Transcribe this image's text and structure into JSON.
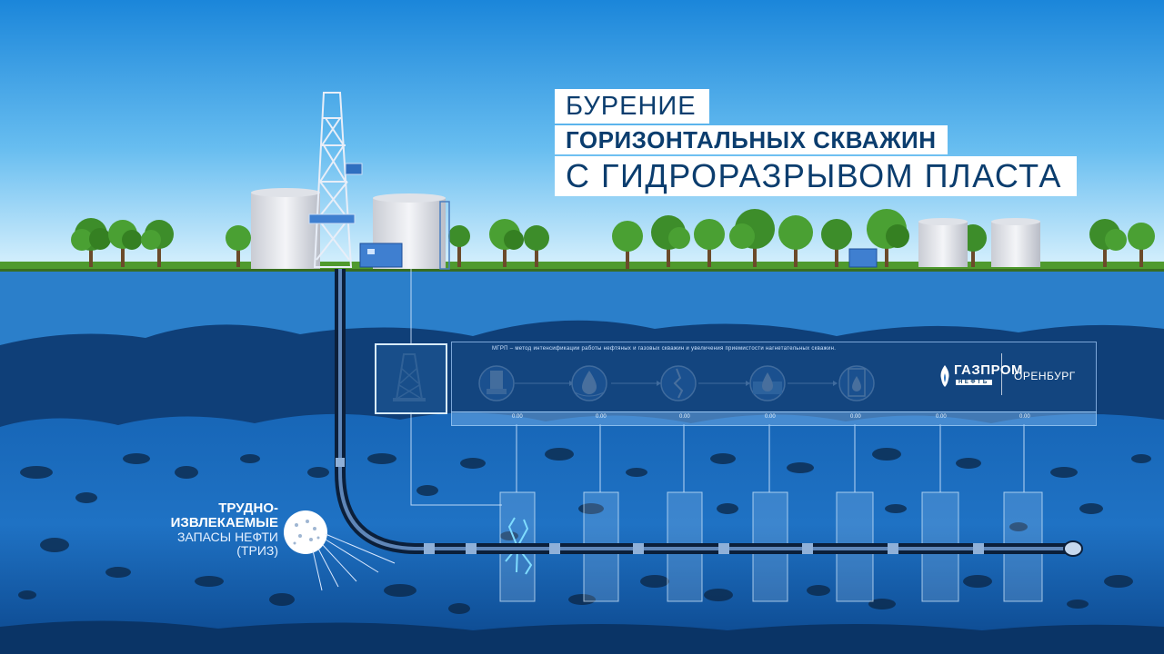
{
  "title": {
    "line1": "БУРЕНИЕ",
    "line2": "ГОРИЗОНТАЛЬНЫХ СКВАЖИН",
    "line3": "С ГИДРОРАЗРЫВОМ ПЛАСТА"
  },
  "panel": {
    "note": "МГРП – метод интенсификации работы нефтяных и газовых скважин и увеличения приемистости нагнетательных скважин.",
    "steps": [
      "pump-icon",
      "oil-drop-icon",
      "fracture-icon",
      "water-drop-icon",
      "tank-drop-icon"
    ],
    "brand_name": "ГАЗПРОМ",
    "brand_sub": "НЕФТЬ",
    "region": "ОРЕНБУРГ"
  },
  "scale": {
    "ticks": [
      "0.00",
      "0.00",
      "0.00",
      "0.00",
      "0.00",
      "0.00",
      "0.00"
    ]
  },
  "reserves_label": {
    "line1": "ТРУДНО-",
    "line2": "ИЗВЛЕКАЕМЫЕ",
    "line3": "ЗАПАСЫ НЕФТИ",
    "line4": "(ТРИЗ)"
  },
  "colors": {
    "sky_top": "#1f8fe0",
    "sky_bottom": "#cfeefd",
    "grass": "#4f9a2e",
    "layer_light": "#2f86cf",
    "layer_dark": "#0d3f77",
    "title_text": "#0b3d6e"
  }
}
